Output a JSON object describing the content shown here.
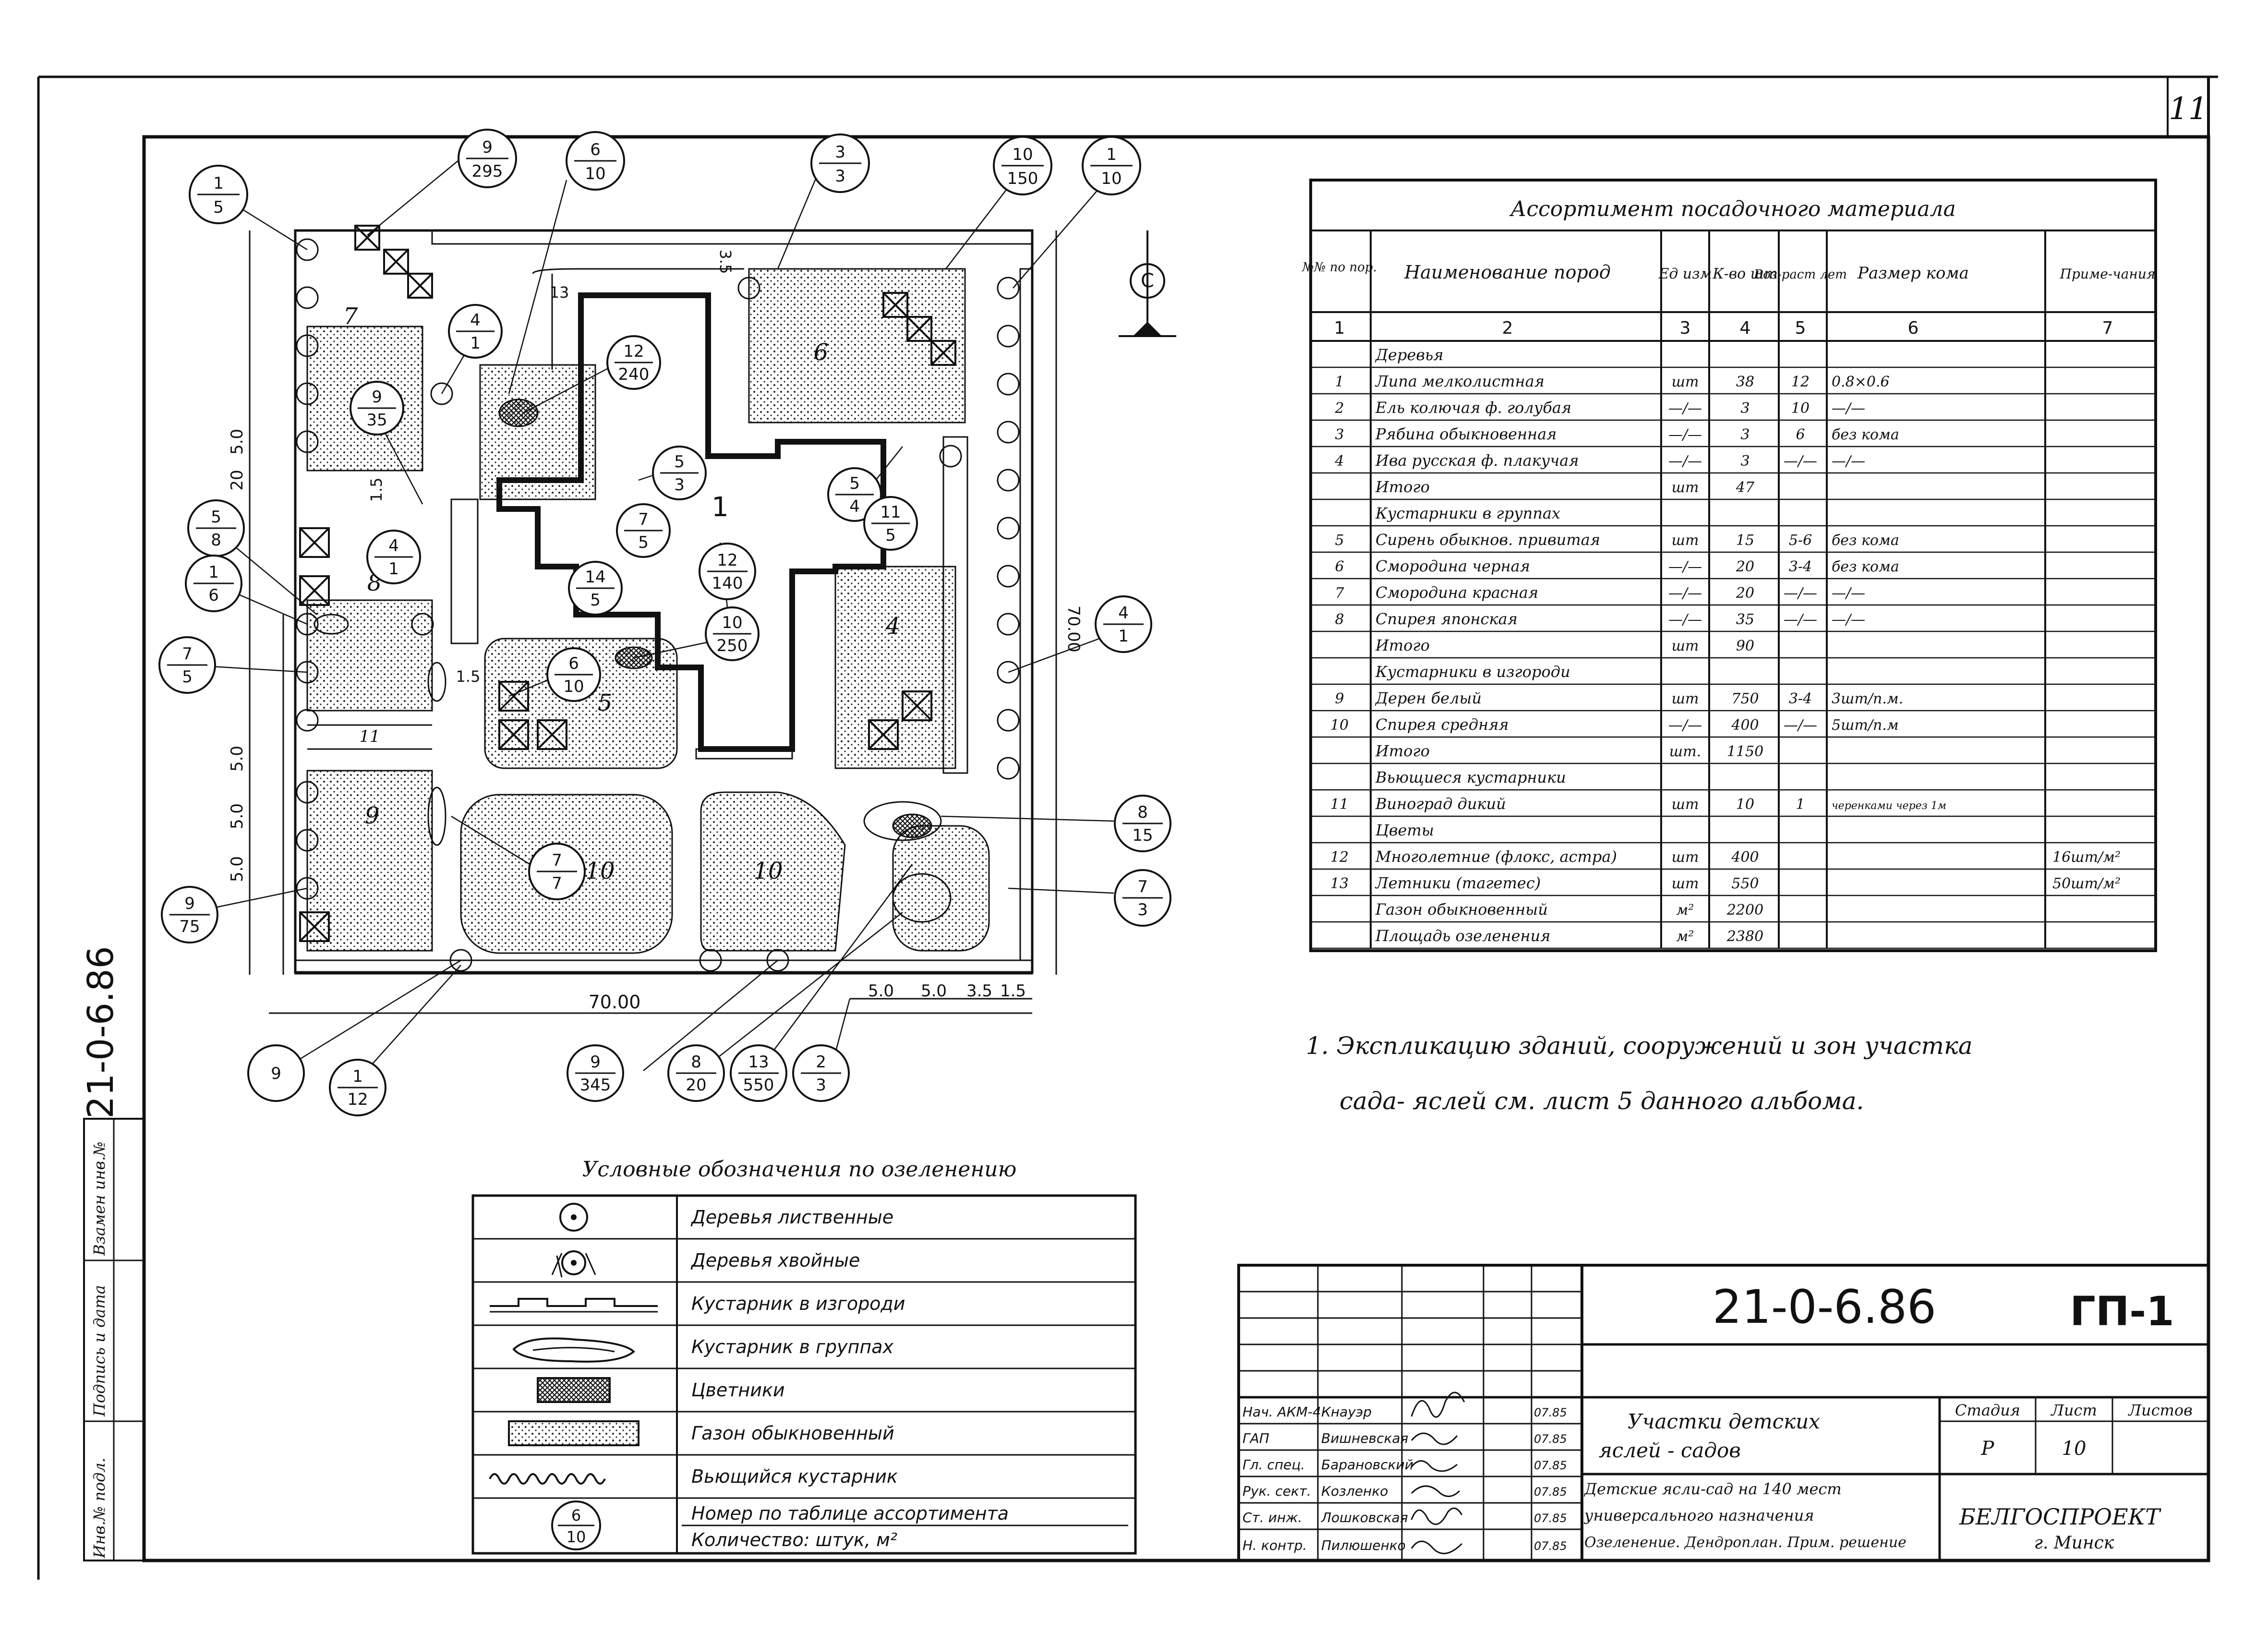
{
  "sheet_number": "11",
  "vertical_code": "21-0-6.86",
  "side_stamp": [
    "Инв.№ подл.",
    "Подпись и дата",
    "Взамен инв.№"
  ],
  "plan": {
    "north_label": "С",
    "zones": [
      "7",
      "6",
      "8",
      "1",
      "4",
      "5",
      "9",
      "10",
      "10",
      "11"
    ],
    "dims_left": [
      "20",
      "5.0",
      "5.0",
      "5.0",
      "5.0"
    ],
    "dims_misc": [
      "1.5",
      "1.5",
      "13",
      "3.5"
    ],
    "dims_right": "70.00",
    "dims_bottom": [
      "70.00",
      "5.0",
      "5.0",
      "3.5",
      "1.5"
    ],
    "callouts": [
      {
        "n": "1",
        "d": "5"
      },
      {
        "n": "9",
        "d": "295"
      },
      {
        "n": "6",
        "d": "10"
      },
      {
        "n": "3",
        "d": "3"
      },
      {
        "n": "10",
        "d": "150"
      },
      {
        "n": "1",
        "d": "10"
      },
      {
        "n": "4",
        "d": "1"
      },
      {
        "n": "12",
        "d": "240"
      },
      {
        "n": "9",
        "d": "35"
      },
      {
        "n": "5",
        "d": "3"
      },
      {
        "n": "5",
        "d": "4"
      },
      {
        "n": "11",
        "d": "5"
      },
      {
        "n": "5",
        "d": "8"
      },
      {
        "n": "4",
        "d": "1"
      },
      {
        "n": "1",
        "d": "6"
      },
      {
        "n": "7",
        "d": "5"
      },
      {
        "n": "12",
        "d": "140"
      },
      {
        "n": "14",
        "d": "5"
      },
      {
        "n": "10",
        "d": "250"
      },
      {
        "n": "4",
        "d": "1"
      },
      {
        "n": "7",
        "d": "5"
      },
      {
        "n": "6",
        "d": "10"
      },
      {
        "n": "7",
        "d": "7"
      },
      {
        "n": "8",
        "d": "15"
      },
      {
        "n": "7",
        "d": "3"
      },
      {
        "n": "9",
        "d": "75"
      },
      {
        "n": "9",
        "d": ""
      },
      {
        "n": "1",
        "d": "12"
      },
      {
        "n": "9",
        "d": "345"
      },
      {
        "n": "8",
        "d": "20"
      },
      {
        "n": "13",
        "d": "550"
      },
      {
        "n": "2",
        "d": "3"
      }
    ]
  },
  "assortment": {
    "title": "Ассортимент посадочного материала",
    "headers": [
      "№№ по пор.",
      "Наименование пород",
      "Ед изм",
      "К-во шт",
      "Воз-раст лет",
      "Размер кома",
      "Приме-чания"
    ],
    "header_nums": [
      "1",
      "2",
      "3",
      "4",
      "5",
      "6",
      "7"
    ],
    "rows": [
      [
        "",
        "Деревья",
        "",
        "",
        "",
        "",
        ""
      ],
      [
        "1",
        "Липа мелколистная",
        "шт",
        "38",
        "12",
        "0.8×0.6",
        ""
      ],
      [
        "2",
        "Ель колючая ф. голубая",
        "—/—",
        "3",
        "10",
        "—/—",
        ""
      ],
      [
        "3",
        "Рябина обыкновенная",
        "—/—",
        "3",
        "6",
        "без кома",
        ""
      ],
      [
        "4",
        "Ива русская ф. плакучая",
        "—/—",
        "3",
        "—/—",
        "—/—",
        ""
      ],
      [
        "",
        "Итого",
        "шт",
        "47",
        "",
        "",
        ""
      ],
      [
        "",
        "Кустарники в группах",
        "",
        "",
        "",
        "",
        ""
      ],
      [
        "5",
        "Сирень обыкнов. привитая",
        "шт",
        "15",
        "5-6",
        "без кома",
        ""
      ],
      [
        "6",
        "Смородина черная",
        "—/—",
        "20",
        "3-4",
        "без кома",
        ""
      ],
      [
        "7",
        "Смородина красная",
        "—/—",
        "20",
        "—/—",
        "—/—",
        ""
      ],
      [
        "8",
        "Спирея японская",
        "—/—",
        "35",
        "—/—",
        "—/—",
        ""
      ],
      [
        "",
        "Итого",
        "шт",
        "90",
        "",
        "",
        ""
      ],
      [
        "",
        "Кустарники в изгороди",
        "",
        "",
        "",
        "",
        ""
      ],
      [
        "9",
        "Дерен белый",
        "шт",
        "750",
        "3-4",
        "3шт/п.м.",
        ""
      ],
      [
        "10",
        "Спирея средняя",
        "—/—",
        "400",
        "—/—",
        "5шт/п.м",
        ""
      ],
      [
        "",
        "Итого",
        "шт.",
        "1150",
        "",
        "",
        ""
      ],
      [
        "",
        "Вьющиеся кустарники",
        "",
        "",
        "",
        "",
        ""
      ],
      [
        "11",
        "Виноград дикий",
        "шт",
        "10",
        "1",
        "черенками через 1м",
        ""
      ],
      [
        "",
        "Цветы",
        "",
        "",
        "",
        "",
        ""
      ],
      [
        "12",
        "Многолетние (флокс, астра)",
        "шт",
        "400",
        "",
        "",
        "16шт/м²"
      ],
      [
        "13",
        "Летники (тагетес)",
        "шт",
        "550",
        "",
        "",
        "50шт/м²"
      ],
      [
        "",
        "Газон обыкновенный",
        "м²",
        "2200",
        "",
        "",
        ""
      ],
      [
        "",
        "Площадь озеленения",
        "м²",
        "2380",
        "",
        "",
        ""
      ]
    ]
  },
  "note": {
    "line1": "1. Экспликацию зданий, сооружений и зон участка",
    "line2": "сада- яслей см. лист 5 данного альбома."
  },
  "legend": {
    "title": "Условные обозначения по озеленению",
    "items": [
      "Деревья лиственные",
      "Деревья хвойные",
      "Кустарник в изгороди",
      "Кустарник в группах",
      "Цветники",
      "Газон обыкновенный",
      "Вьющийся кустарник",
      "Номер по таблице ассортимента",
      "Количество: штук, м²"
    ],
    "sample_num": "6",
    "sample_den": "10"
  },
  "title_block": {
    "code": "21-0-6.86",
    "mark": "ГП-1",
    "staff": [
      {
        "role": "Нач. АКМ-4",
        "name": "Кнауэр",
        "date": "07.85"
      },
      {
        "role": "ГАП",
        "name": "Вишневская",
        "date": "07.85"
      },
      {
        "role": "Гл. спец.",
        "name": "Барановский",
        "date": "07.85"
      },
      {
        "role": "Рук. сект.",
        "name": "Козленко",
        "date": "07.85"
      },
      {
        "role": "Ст. инж.",
        "name": "Лошковская",
        "date": "07.85"
      },
      {
        "role": "Н. контр.",
        "name": "Пилюшенко",
        "date": "07.85"
      }
    ],
    "sheet_title_1": "Участки детских",
    "sheet_title_2": "яслей - садов",
    "stage_header": "Стадия",
    "sheet_header": "Лист",
    "sheets_header": "Листов",
    "stage_value": "Р",
    "sheet_value": "10",
    "sheets_value": "",
    "desc_1": "Детские ясли-сад на 140 мест",
    "desc_2": "универсального назначения",
    "desc_3": "Озеленение. Дендроплан. Прим. решение",
    "org_1": "БЕЛГОСПРОЕКТ",
    "org_2": "г. Минск"
  }
}
